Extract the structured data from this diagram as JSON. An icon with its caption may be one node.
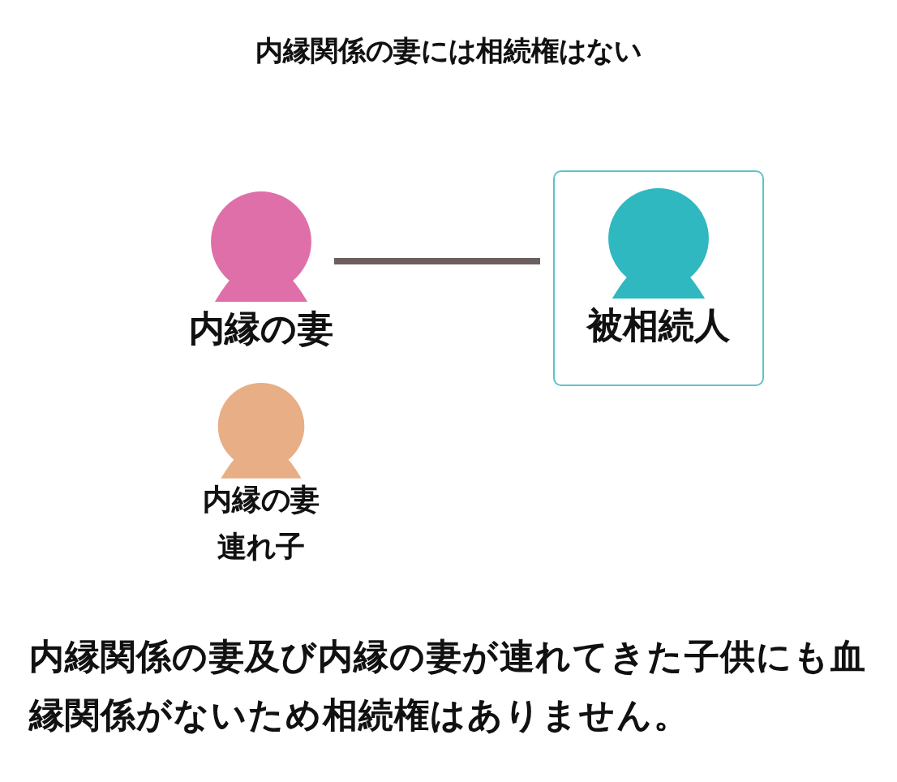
{
  "diagram": {
    "title": "内縁関係の妻には相続権はない",
    "nodes": [
      {
        "text": [
          "内縁の妻"
        ]
      },
      {
        "text": [
          "被相続人"
        ]
      },
      {
        "text": [
          "内縁の妻連れ子"
        ]
      }
    ],
    "edges": [
      {
        "from": 0,
        "to": 1,
        "arrow": "none"
      }
    ],
    "labels": [
      "内縁関係の妻及び内縁の妻が連れてきた子供にも血縁関係がないため相続権はありません。"
    ]
  }
}
